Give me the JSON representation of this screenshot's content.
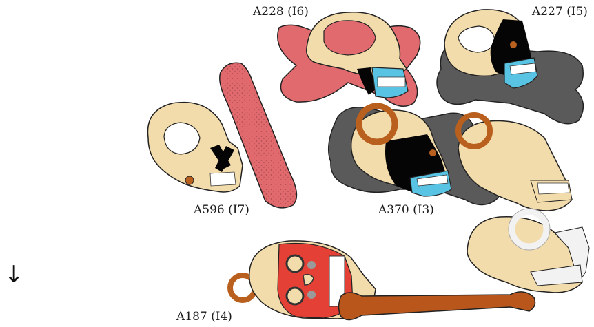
{
  "labels": {
    "a228": "A228 (I6)",
    "a227": "A227 (I5)",
    "a596": "A596 (I7)",
    "a370": "A370 (I3)",
    "a187": "A187 (I4)"
  },
  "arrow_glyph": "↓",
  "colors": {
    "bone": "#f3dcab",
    "red_bone": "#e06a6e",
    "gray_bone": "#5a5a5a",
    "black_paint": "#050505",
    "blue_jaw": "#58c3e2",
    "ring": "#b9601f",
    "white_ring": "#f2f2f2",
    "red_paint": "#e44035",
    "long_bone": "#b8561c"
  }
}
